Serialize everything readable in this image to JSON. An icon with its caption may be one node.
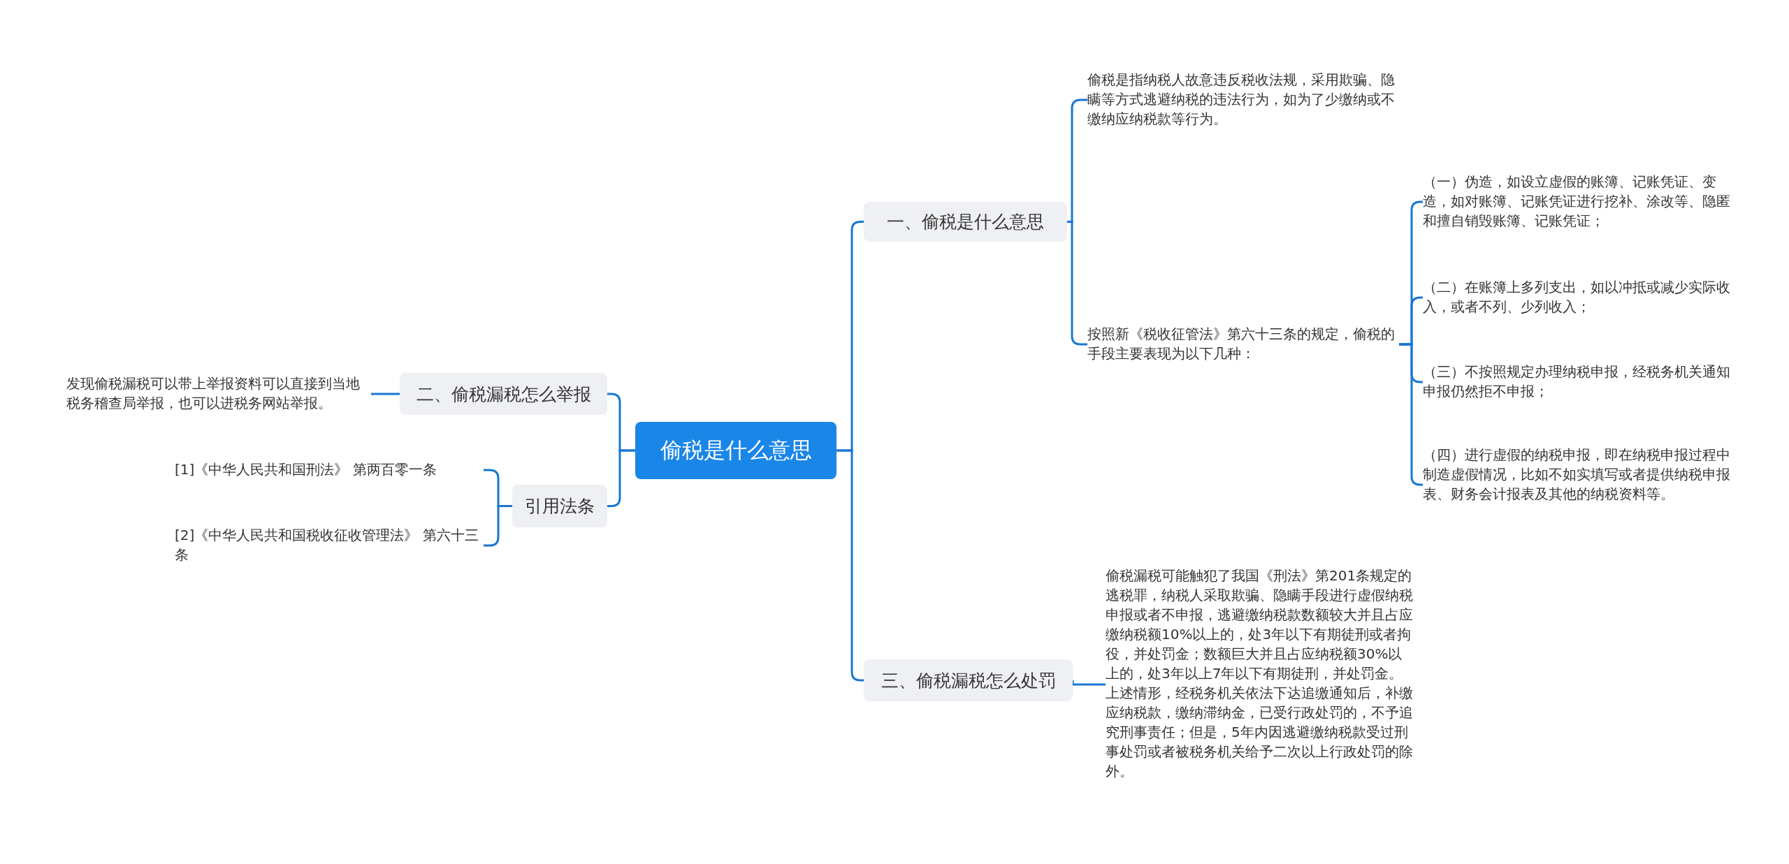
{
  "diagram": {
    "nodes": [
      {
        "text": [
          "偷税是什么意思"
        ]
      },
      {
        "text": [
          "一、偷税是什么意思"
        ]
      },
      {
        "text": [
          "偷税是指纳税人故意违反税收法规，采用欺骗、隐瞒等方式逃避纳税的违法行为，如为了少缴纳或不缴纳应纳税款等行为。"
        ]
      },
      {
        "text": [
          "按照新《税收征管法》第六十三条的规定，偷税的手段主要表现为以下几种："
        ]
      },
      {
        "text": [
          "（一）伪造，如设立虚假的账簿、记账凭证、变造，如对账簿、记账凭证进行挖补、涂改等、隐匿和擅自销毁账簿、记账凭证；"
        ]
      },
      {
        "text": [
          "（二）在账簿上多列支出，如以冲抵或减少实际收入，或者不列、少列收入；"
        ]
      },
      {
        "text": [
          "（三）不按照规定办理纳税申报，经税务机关通知申报仍然拒不申报；"
        ]
      },
      {
        "text": [
          "（四）进行虚假的纳税申报，即在纳税申报过程中制造虚假情况，比如不如实填写或者提供纳税申报表、财务会计报表及其他的纳税资料等。"
        ]
      },
      {
        "text": [
          "三、偷税漏税怎么处罚"
        ]
      },
      {
        "text": [
          "偷税漏税可能触犯了我国《刑法》第201条规定的逃税罪，纳税人采取欺骗、隐瞒手段进行虚假纳税申报或者不申报，逃避缴纳税款数额较大并且占应缴纳税额10%以上的，处3年以下有期徒刑或者拘役，并处罚金；数额巨大并且占应纳税额30%以上的，处3年以上7年以下有期徒刑，并处罚金。上述情形，经税务机关依法下达追缴通知后，补缴应纳税款，缴纳滞纳金，已受行政处罚的，不予追究刑事责任；但是，5年内因逃避缴纳税款受过刑事处罚或者被税务机关给予二次以上行政处罚的除外。"
        ]
      },
      {
        "text": [
          "二、偷税漏税怎么举报"
        ]
      },
      {
        "text": [
          "发现偷税漏税可以带上举报资料可以直接到当地税务稽查局举报，也可以进税务网站举报。"
        ]
      },
      {
        "text": [
          "引用法条"
        ]
      },
      {
        "text": [
          "[1]《中华人民共和国刑法》 第两百零一条"
        ]
      },
      {
        "text": [
          "[2]《中华人民共和国税收征收管理法》 第六十三条"
        ]
      }
    ],
    "edges": [
      {
        "from": 0,
        "to": 1,
        "arrow": "none"
      },
      {
        "from": 1,
        "to": 2,
        "arrow": "none"
      },
      {
        "from": 1,
        "to": 3,
        "arrow": "none"
      },
      {
        "from": 3,
        "to": 4,
        "arrow": "none"
      },
      {
        "from": 3,
        "to": 5,
        "arrow": "none"
      },
      {
        "from": 3,
        "to": 6,
        "arrow": "none"
      },
      {
        "from": 3,
        "to": 7,
        "arrow": "none"
      },
      {
        "from": 0,
        "to": 8,
        "arrow": "none"
      },
      {
        "from": 8,
        "to": 9,
        "arrow": "none"
      },
      {
        "from": 0,
        "to": 10,
        "arrow": "none"
      },
      {
        "from": 10,
        "to": 11,
        "arrow": "none"
      },
      {
        "from": 0,
        "to": 12,
        "arrow": "none"
      },
      {
        "from": 12,
        "to": 13,
        "arrow": "none"
      },
      {
        "from": 12,
        "to": 14,
        "arrow": "none"
      }
    ]
  }
}
